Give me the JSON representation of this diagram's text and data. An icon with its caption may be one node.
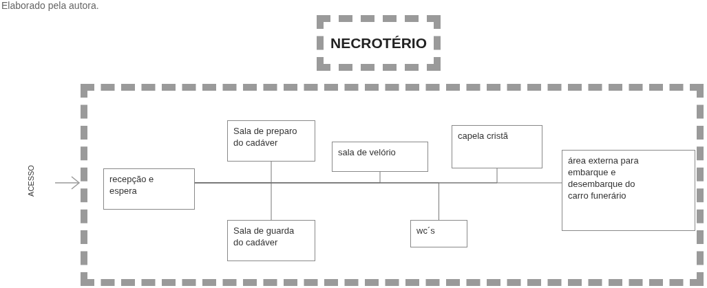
{
  "diagram": {
    "caption": "Elaborado pela autora.",
    "nodes": [
      {
        "text": [
          "NECROTÉRIO"
        ]
      },
      {
        "text": [],
        "shape": "box"
      },
      {
        "text": [
          "recepção e espera"
        ],
        "in": 1
      },
      {
        "text": [
          "Sala de preparo do cadáver"
        ],
        "in": 1
      },
      {
        "text": [
          "Sala de guarda do cadáver"
        ],
        "in": 1
      },
      {
        "text": [
          "sala de velório"
        ],
        "in": 1
      },
      {
        "text": [
          "wc´s"
        ],
        "in": 1
      },
      {
        "text": [
          "capela cristã"
        ],
        "in": 1
      },
      {
        "text": [
          "área externa para embarque e desembarque do carro funerário"
        ],
        "in": 1
      }
    ],
    "edges": [
      {
        "from": null,
        "to": 1,
        "arrow": "to"
      },
      {
        "from": 2,
        "to": 8,
        "arrow": "none"
      },
      {
        "from": 2,
        "to": 3,
        "arrow": "none"
      },
      {
        "from": 2,
        "to": 4,
        "arrow": "none"
      },
      {
        "from": 2,
        "to": 5,
        "arrow": "none"
      },
      {
        "from": 2,
        "to": 6,
        "arrow": "none"
      },
      {
        "from": 2,
        "to": 7,
        "arrow": "none"
      }
    ],
    "labels": [
      "ACESSO"
    ]
  }
}
